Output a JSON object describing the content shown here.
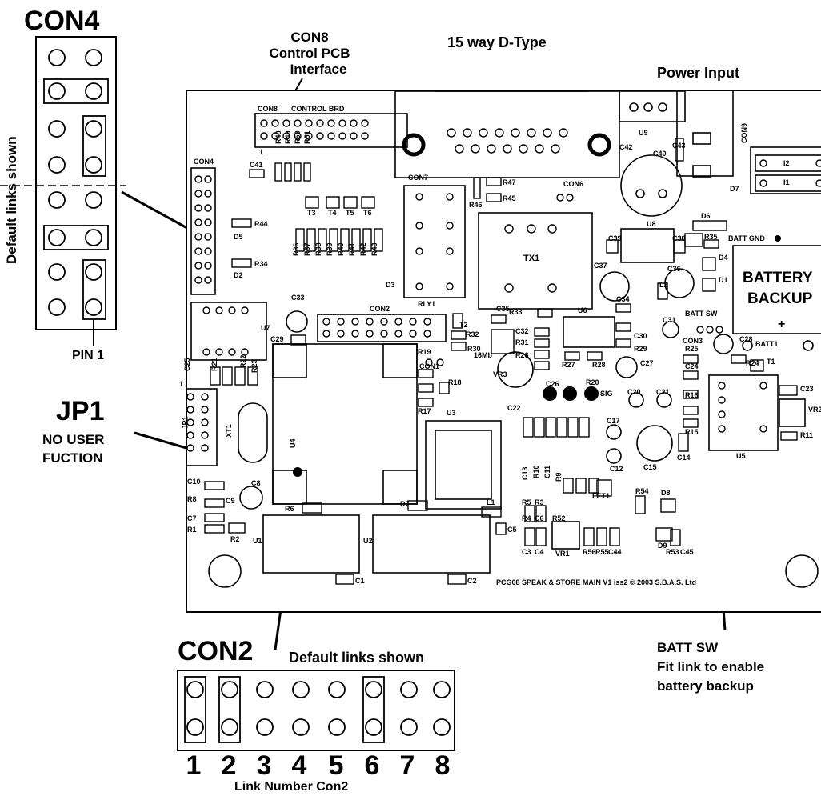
{
  "callouts": {
    "con4_title": "CON4",
    "con4_default": "Default links shown",
    "pin1": "PIN 1",
    "jp1_title": "JP1",
    "jp1_line1": "NO USER",
    "jp1_line2": "FUCTION",
    "con8_line1": "CON8",
    "con8_line2": "Control PCB",
    "con8_line3": "Interface",
    "dtype": "15 way D-Type",
    "power": "Power Input",
    "con2_title": "CON2",
    "con2_default": "Default links shown",
    "link_caption": "Link Number Con2",
    "link_numbers": [
      "1",
      "2",
      "3",
      "4",
      "5",
      "6",
      "7",
      "8"
    ],
    "batt_sw_title": "BATT SW",
    "batt_sw_line1": "Fit link to enable",
    "batt_sw_line2": "battery backup"
  },
  "board": {
    "con8_label": "CON8",
    "control_brd": "CONTROL BRD",
    "con8_pin1": "1",
    "con4_label": "CON4",
    "con7_label": "CON7",
    "con6_label": "CON6",
    "con2_label": "CON2",
    "con1_label": "CON1",
    "con3_label": "CON3",
    "con9_label": "CON9",
    "tx1": "TX1",
    "battery1": "BATTERY",
    "battery2": "BACKUP",
    "batt_gnd": "BATT GND",
    "batt_sw": "BATT SW",
    "batt1": "BATT1",
    "plus": "+",
    "clock": "16Mb",
    "sig": "SIG",
    "jp1": "JP1",
    "jp1_pin1": "1",
    "xt1": "XT1",
    "footer": "PCG08 SPEAK & STORE MAIN V1 iss2 © 2003 S.B.A.S. Ltd",
    "l1": "I1",
    "l2": "I2",
    "refs": [
      "R48",
      "R49",
      "R50",
      "R51",
      "C41",
      "R44",
      "D5",
      "R34",
      "D2",
      "T3",
      "T4",
      "T5",
      "T6",
      "R36",
      "R37",
      "R38",
      "R39",
      "R40",
      "R41",
      "R42",
      "R43",
      "D3",
      "C33",
      "C29",
      "U7",
      "C25",
      "R21",
      "R22",
      "R23",
      "R47",
      "R45",
      "R46",
      "RLY1",
      "T2",
      "C35",
      "R33",
      "R32",
      "C32",
      "R31",
      "R30",
      "R26",
      "VR3",
      "U6",
      "C34",
      "C30",
      "R29",
      "R27",
      "R28",
      "C31",
      "C39",
      "C38",
      "U8",
      "C37",
      "C36",
      "L2",
      "C40",
      "C43",
      "C42",
      "U9",
      "D7",
      "D6",
      "R35",
      "D4",
      "D1",
      "R25",
      "C24",
      "C28",
      "R24",
      "T1",
      "C23",
      "VR2",
      "R11",
      "R16",
      "R15",
      "U5",
      "C27",
      "C20",
      "C21",
      "C17",
      "C14",
      "C15",
      "C12",
      "FET1",
      "R19",
      "R17",
      "R18",
      "C26",
      "R20",
      "C22",
      "U3",
      "U4",
      "C10",
      "R8",
      "C9",
      "C8",
      "C7",
      "R1",
      "R2",
      "R6",
      "R7",
      "L1",
      "C5",
      "R5",
      "R3",
      "R4",
      "C6",
      "R52",
      "C13",
      "R10",
      "C11",
      "R9",
      "R54",
      "D8",
      "D9",
      "R53",
      "C45",
      "C3",
      "C4",
      "VR1",
      "R56",
      "R55",
      "C44",
      "U1",
      "U2",
      "C1",
      "C2"
    ]
  }
}
